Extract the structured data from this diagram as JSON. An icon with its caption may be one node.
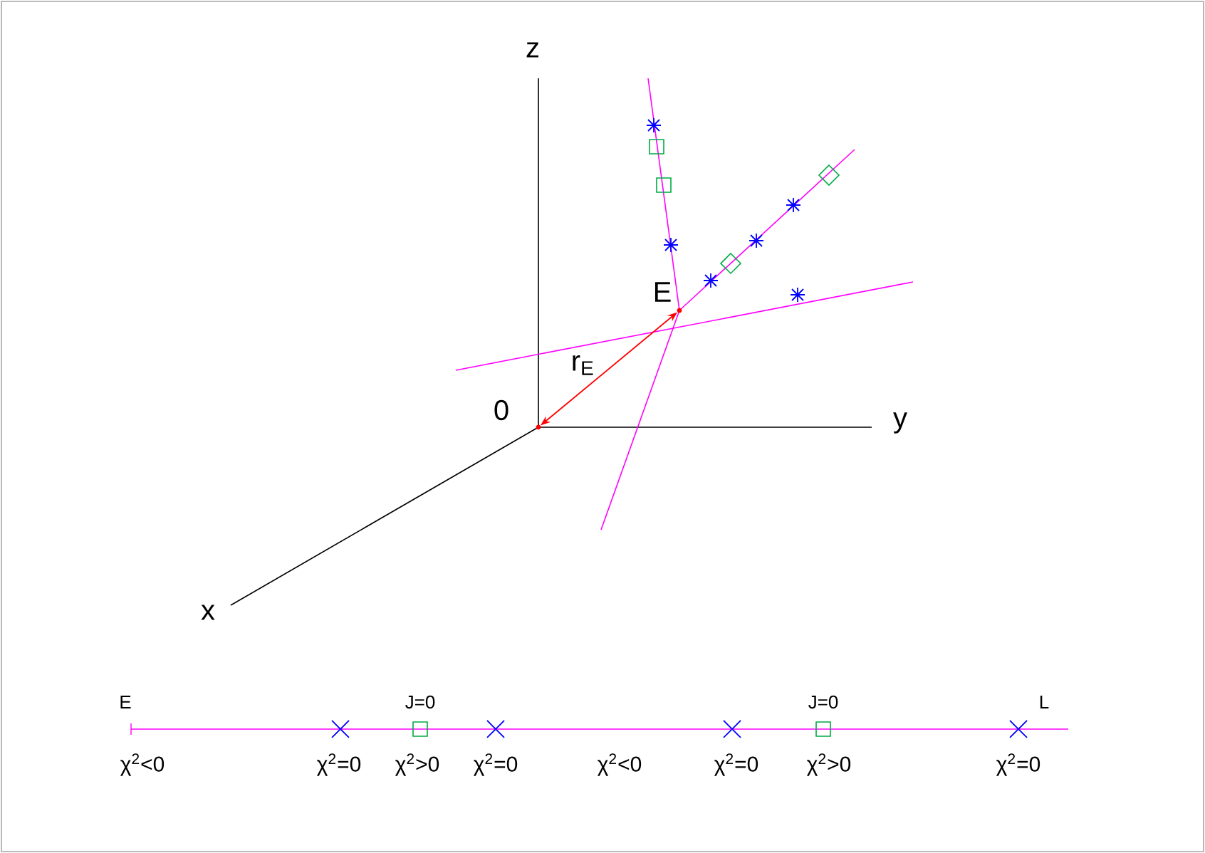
{
  "diagram": {
    "nodes": [
      {
        "text": [],
        "shape": "point",
        "beside": [
          "0"
        ]
      },
      {
        "text": [],
        "shape": "point",
        "beside": [
          "E"
        ]
      }
    ],
    "edges": [
      {
        "from": 0,
        "to": 1,
        "arrow": "both",
        "label": "r$_{E}$",
        "color": "#ff0000"
      }
    ],
    "labels": [
      "z",
      "y",
      "x",
      "E",
      "J=0",
      "J=0",
      "L",
      "χ$^{2}$<0",
      "χ$^{2}$=0",
      "χ$^{2}$>0",
      "χ$^{2}$=0",
      "χ$^{2}$<0",
      "χ$^{2}$=0",
      "χ$^{2}$>0",
      "χ$^{2}$=0"
    ]
  }
}
